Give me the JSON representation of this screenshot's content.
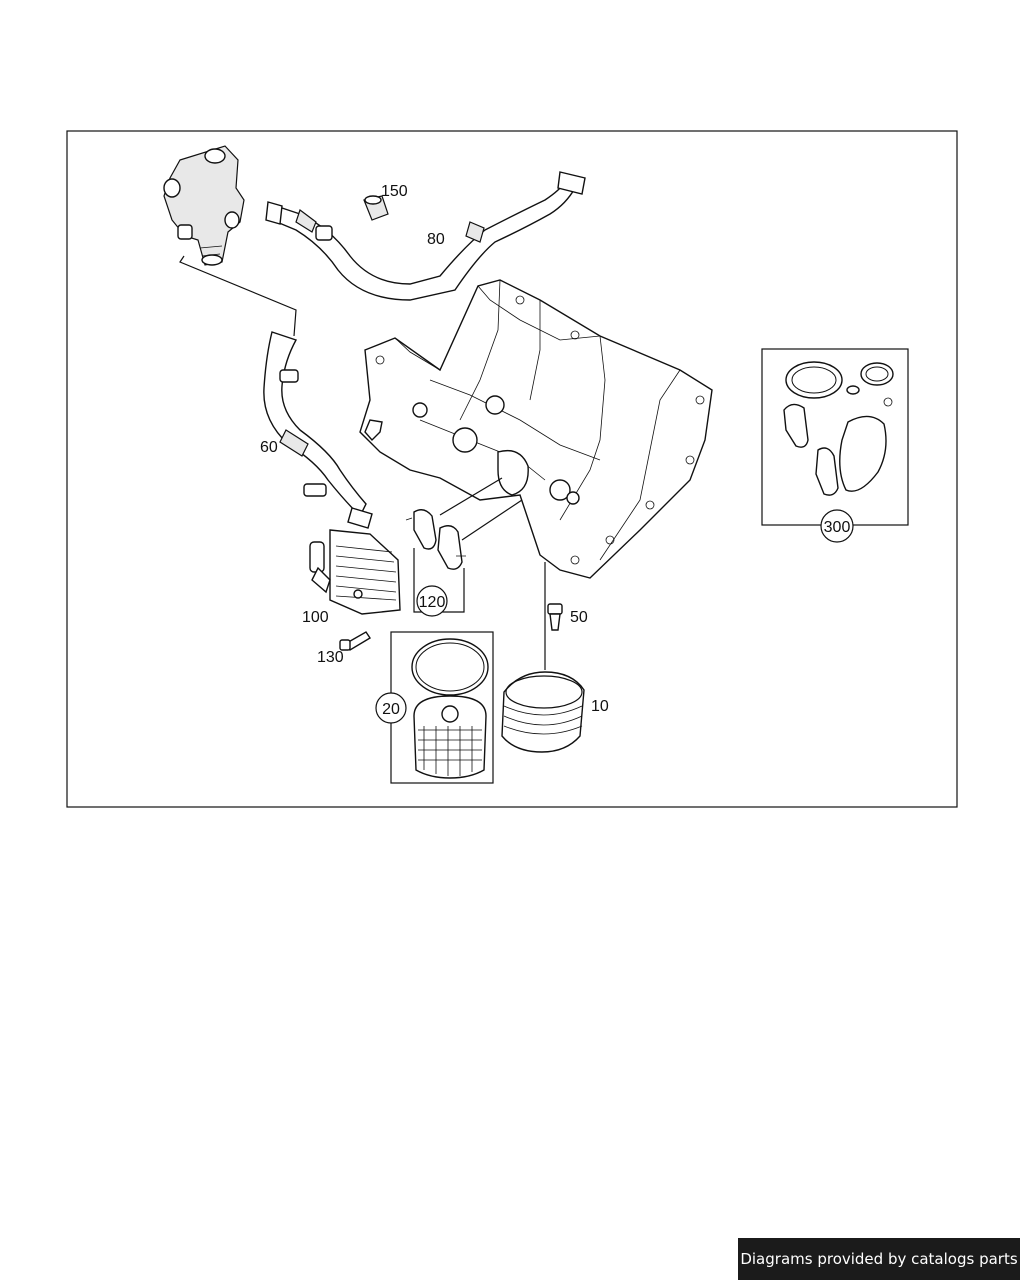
{
  "callouts": {
    "c10": "10",
    "c20": "20",
    "c50": "50",
    "c60": "60",
    "c80": "80",
    "c100": "100",
    "c120": "120",
    "c130": "130",
    "c150": "150",
    "c300": "300"
  },
  "footer": {
    "text": "Diagrams provided by catalogs parts"
  }
}
